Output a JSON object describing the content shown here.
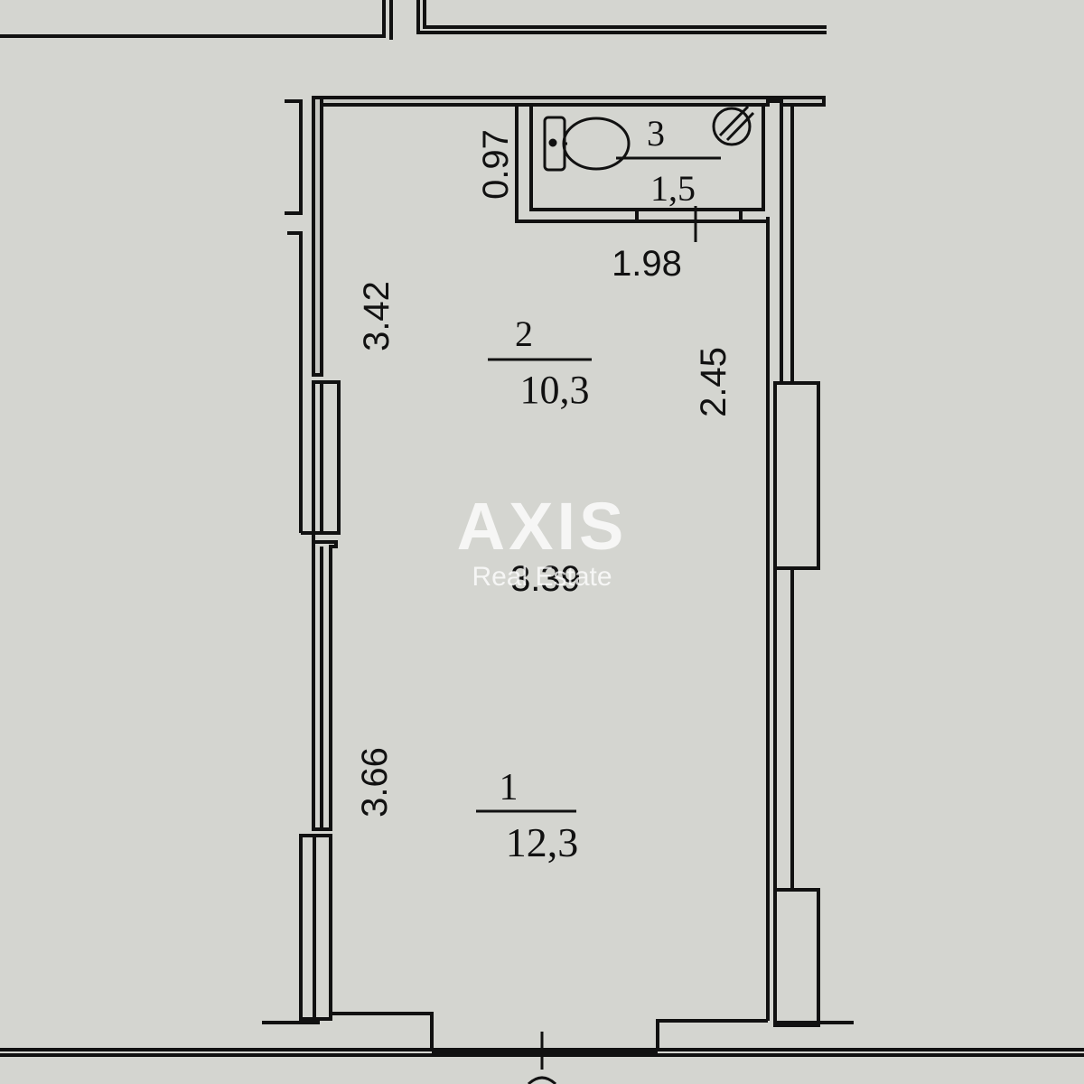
{
  "colors": {
    "paper": "#d4d5d0",
    "wall": "#111111",
    "wall_fill": "#c6c7c2",
    "watermark": "#ffffff"
  },
  "rooms": [
    {
      "number": "1",
      "area": "12,3"
    },
    {
      "number": "2",
      "area": "10,3"
    },
    {
      "number": "3",
      "area": "1,5"
    }
  ],
  "dimensions": {
    "bathroom_height": "0.97",
    "bathroom_width": "1.98",
    "left_upper": "3.42",
    "right_upper": "2.45",
    "width_middle": "3.39",
    "left_lower": "3.66"
  },
  "watermark": {
    "brand": "AXIS",
    "tagline": "Real Estate"
  },
  "icons": [
    "toilet-icon",
    "floor-drain-icon"
  ]
}
